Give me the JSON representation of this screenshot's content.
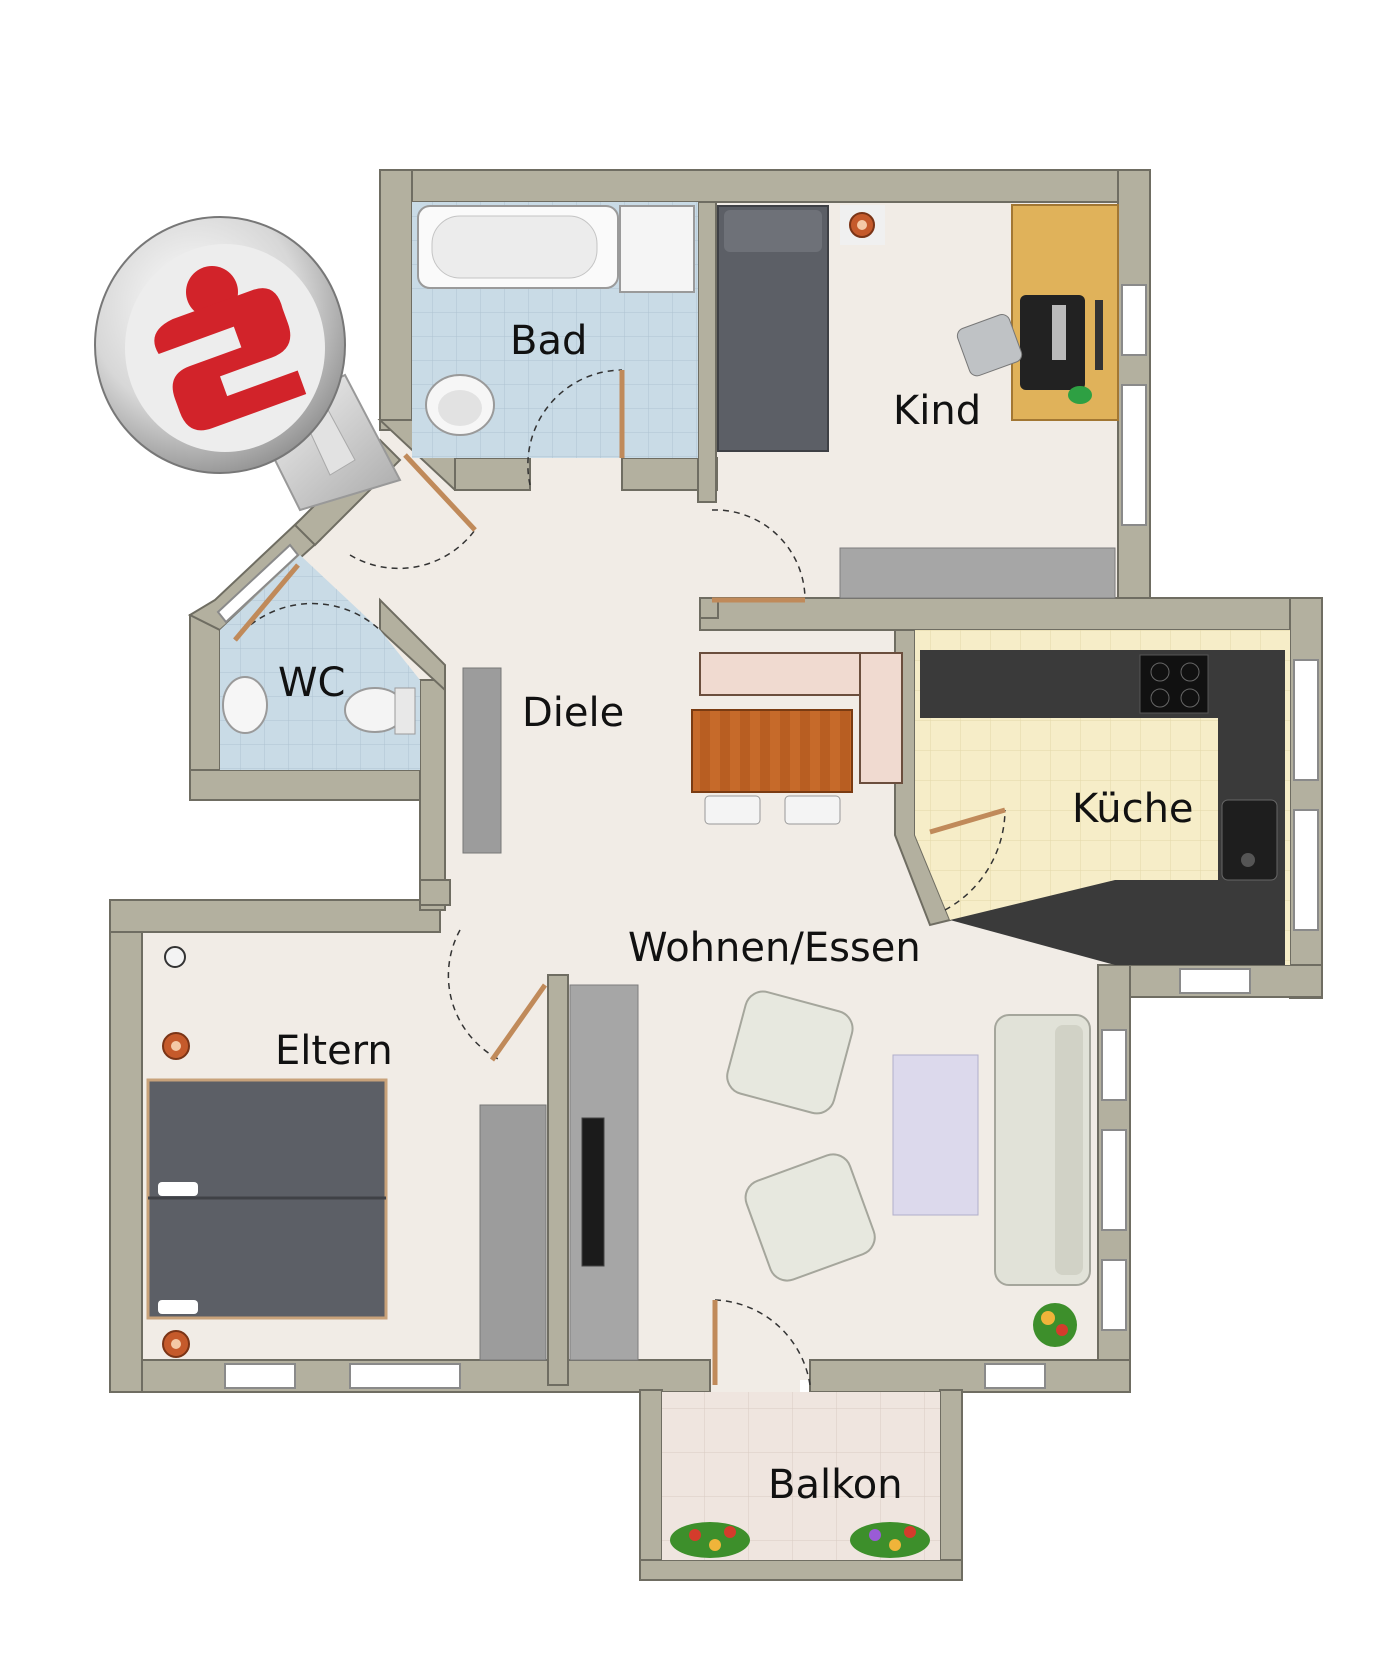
{
  "rooms": {
    "bad": "Bad",
    "kind": "Kind",
    "wc": "WC",
    "diele": "Diele",
    "kueche": "Küche",
    "wohnen_essen": "Wohnen/Essen",
    "eltern": "Eltern",
    "balkon": "Balkon"
  },
  "logo": {
    "icon": "sparkasse-key-icon",
    "color": "#d2232a"
  },
  "colors": {
    "wall": "#b3b09f",
    "wall_edge": "#6f6d62",
    "floor": "#f1ece6",
    "tile": "#c9dbe6",
    "kitchen_floor": "#f6edc8",
    "bed": "#5c5f66",
    "desk": "#e0b25a"
  }
}
